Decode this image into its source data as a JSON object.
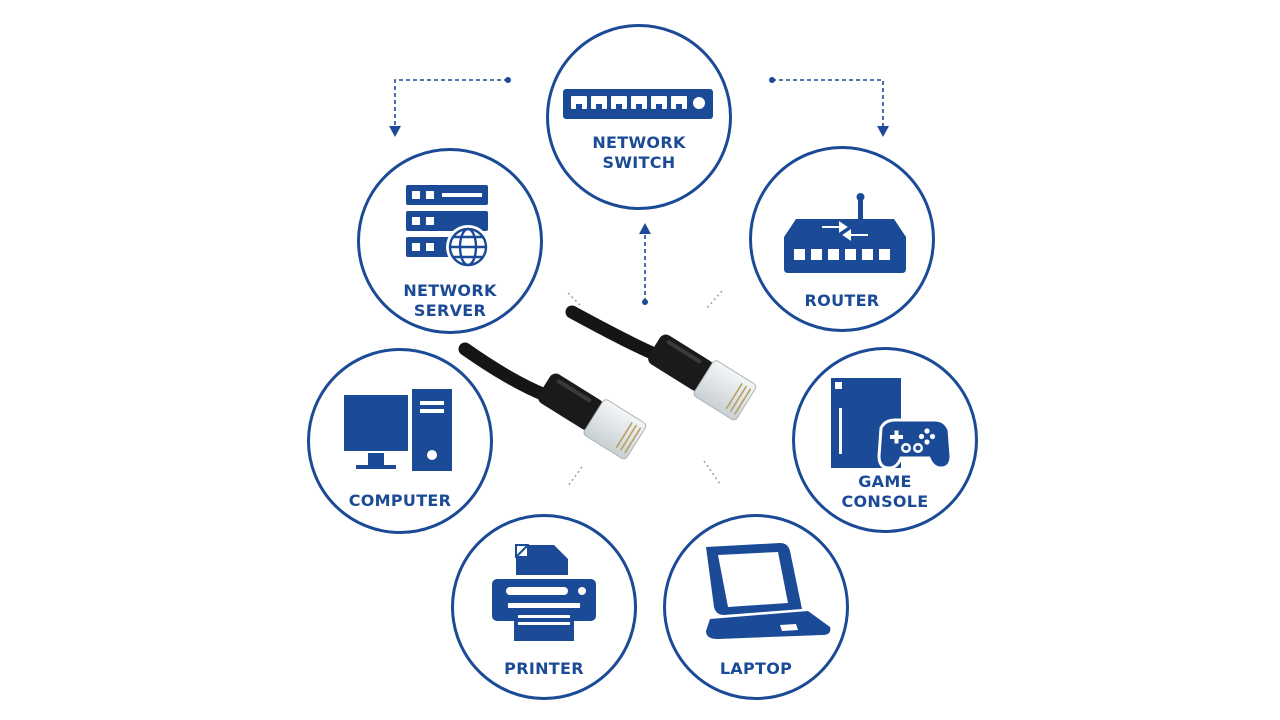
{
  "colors": {
    "brand": "#1b4a96",
    "cable": "#151515",
    "connector": "#e3e8ea"
  },
  "nodes": {
    "switch": {
      "lines": [
        "NETWORK",
        "SWITCH"
      ],
      "icon": "network-switch-icon"
    },
    "server": {
      "lines": [
        "NETWORK",
        "SERVER"
      ],
      "icon": "network-server-icon"
    },
    "router": {
      "lines": [
        "ROUTER"
      ],
      "icon": "router-icon"
    },
    "computer": {
      "lines": [
        "COMPUTER"
      ],
      "icon": "computer-icon"
    },
    "console": {
      "lines": [
        "GAME",
        "CONSOLE"
      ],
      "icon": "game-console-icon"
    },
    "printer": {
      "lines": [
        "PRINTER"
      ],
      "icon": "printer-icon"
    },
    "laptop": {
      "lines": [
        "LAPTOP"
      ],
      "icon": "laptop-icon"
    }
  }
}
